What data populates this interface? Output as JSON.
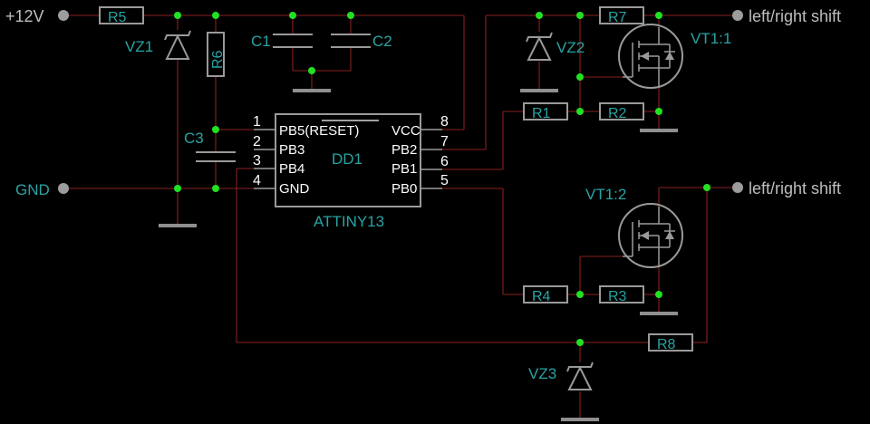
{
  "nets": {
    "power": "+12V",
    "ground": "GND",
    "output_1": "left/right shift",
    "output_2": "left/right shift"
  },
  "chip": {
    "name": "DD1",
    "part": "ATTINY13",
    "pins_left": [
      {
        "num": "1",
        "name": "PB5(RESET)",
        "overline": "RESET"
      },
      {
        "num": "2",
        "name": "PB3"
      },
      {
        "num": "3",
        "name": "PB4"
      },
      {
        "num": "4",
        "name": "GND"
      }
    ],
    "pins_right": [
      {
        "num": "8",
        "name": "VCC"
      },
      {
        "num": "7",
        "name": "PB2"
      },
      {
        "num": "6",
        "name": "PB1"
      },
      {
        "num": "5",
        "name": "PB0"
      }
    ]
  },
  "resistors": [
    "R1",
    "R2",
    "R3",
    "R4",
    "R5",
    "R6",
    "R7",
    "R8"
  ],
  "capacitors": [
    "C1",
    "C2",
    "C3"
  ],
  "zeners": [
    "VZ1",
    "VZ2",
    "VZ3"
  ],
  "transistors": [
    "VT1:1",
    "VT1:2"
  ],
  "colors": {
    "background": "#000000",
    "wire": "#8a1f1f",
    "component": "#9a9a9a",
    "label": "#2aa3a3",
    "junction": "#22e022",
    "pin_text": "#ffffff"
  }
}
